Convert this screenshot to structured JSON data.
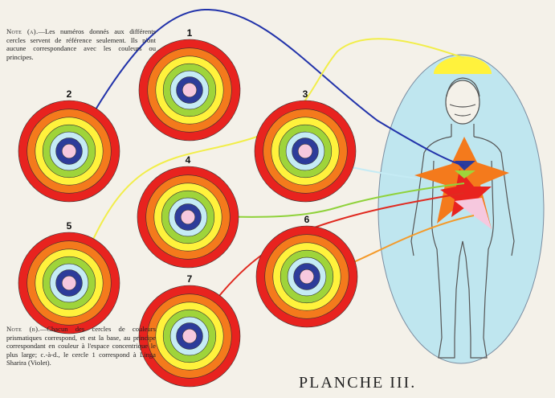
{
  "notes": {
    "a_label": "Note (a).",
    "a_text": "—Les numéros donnés aux différents cercles servent de référence seulement. Ils n'ont aucune correspondance avec les couleurs ou principes.",
    "b_label": "Note (b).",
    "b_text": "—Chacun des cercles de couleurs prismatiques correspond, et est la base, au principe correspondant en couleur à l'espace concentrique le plus large; c.-à-d., le cercle 1 correspond à Linga Sharira (Violet)."
  },
  "title": "PLANCHE III.",
  "circles": [
    {
      "number": "1",
      "colors": [
        "#e8231f",
        "#f47a1c",
        "#fff23c",
        "#9fd43a",
        "#c5ebf4",
        "#2d3c9a",
        "#f6c8de"
      ]
    },
    {
      "number": "2",
      "colors": [
        "#e8231f",
        "#f47a1c",
        "#fff23c",
        "#9fd43a",
        "#c5ebf4",
        "#2d3c9a",
        "#f6c8de"
      ]
    },
    {
      "number": "3",
      "colors": [
        "#e8231f",
        "#f47a1c",
        "#fff23c",
        "#9fd43a",
        "#c5ebf4",
        "#2d3c9a",
        "#f6c8de"
      ]
    },
    {
      "number": "4",
      "colors": [
        "#e8231f",
        "#f47a1c",
        "#fff23c",
        "#9fd43a",
        "#c5ebf4",
        "#2d3c9a",
        "#f6c8de"
      ]
    },
    {
      "number": "5",
      "colors": [
        "#e8231f",
        "#f47a1c",
        "#fff23c",
        "#9fd43a",
        "#c5ebf4",
        "#2d3c9a",
        "#f6c8de"
      ]
    },
    {
      "number": "6",
      "colors": [
        "#e8231f",
        "#f47a1c",
        "#fff23c",
        "#9fd43a",
        "#c5ebf4",
        "#2d3c9a",
        "#f6c8de"
      ]
    },
    {
      "number": "7",
      "colors": [
        "#e8231f",
        "#f47a1c",
        "#fff23c",
        "#9fd43a",
        "#c5ebf4",
        "#2d3c9a",
        "#f6c8de"
      ]
    }
  ],
  "colors": {
    "aura": "#bfe6ef",
    "halo": "#fff23c",
    "line_blue": "#2233aa",
    "line_yellow": "#f2ee4a",
    "line_green": "#8fd23a",
    "line_red": "#e02a20",
    "line_orange": "#f49a2a",
    "star_orange": "#f47a1c",
    "star_red": "#e8231f",
    "star_pink": "#f6c8de"
  }
}
